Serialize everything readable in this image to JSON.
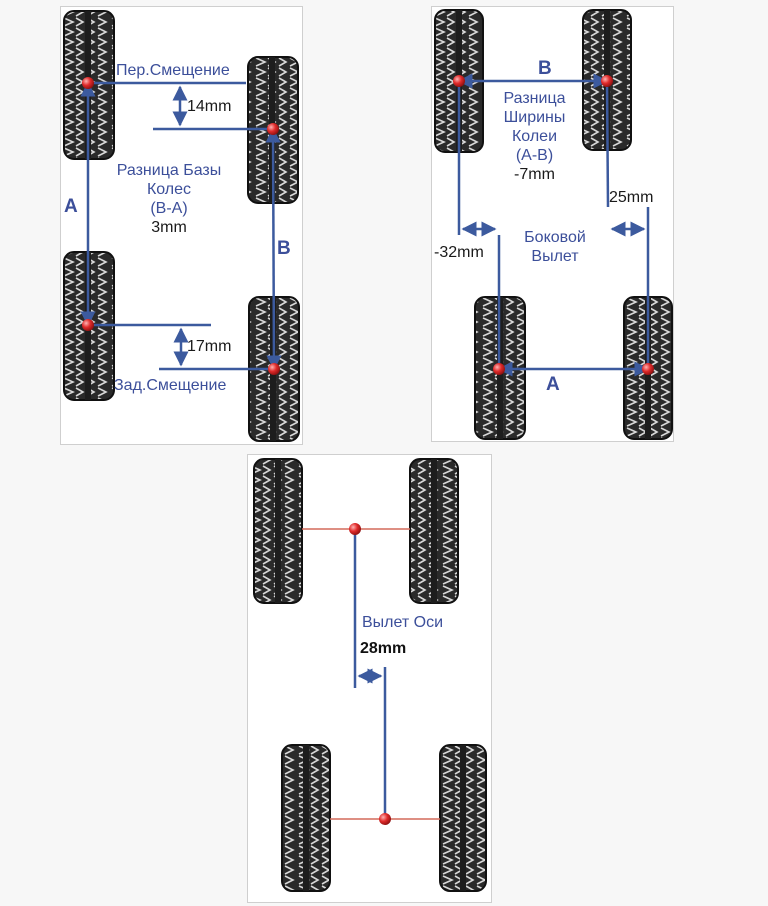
{
  "colors": {
    "axis_blue": "#3c5a9e",
    "axle_red": "#c9493c",
    "joint_red": "#cc2222",
    "tire": "#2b2b2b"
  },
  "panel_wheelbase": {
    "front_offset_label": "Пер.Смещение",
    "front_offset_value": "14mm",
    "title_line1": "Разница Базы",
    "title_line2": "Колес",
    "formula": "(B-A)",
    "value": "3mm",
    "side_a": "A",
    "side_b": "B",
    "rear_offset_value": "17mm",
    "rear_offset_label": "Зад.Смещение"
  },
  "panel_track": {
    "label_b": "B",
    "title_line1": "Разница",
    "title_line2": "Ширины",
    "title_line3": "Колеи",
    "formula": "(A-B)",
    "value": "-7mm",
    "right_value": "25mm",
    "left_value": "-32mm",
    "lateral_line1": "Боковой",
    "lateral_line2": "Вылет",
    "label_a": "A"
  },
  "panel_axle": {
    "title": "Вылет Оси",
    "value": "28mm"
  }
}
